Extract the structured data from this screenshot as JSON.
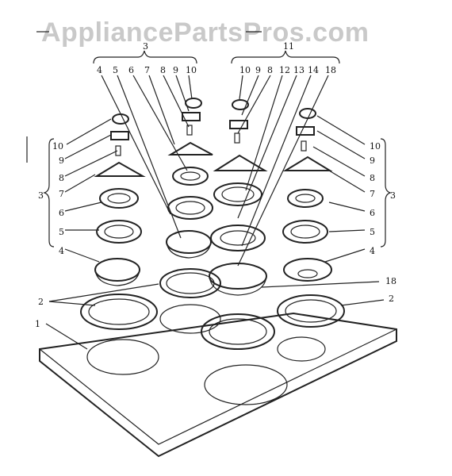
{
  "watermark": "AppliancePartsPros.com",
  "callouts": {
    "group_3": "3",
    "group_11": "11",
    "top_left": [
      "4",
      "5",
      "6",
      "7",
      "8",
      "9",
      "10"
    ],
    "top_right": [
      "10",
      "9",
      "8",
      "12",
      "13",
      "14",
      "18"
    ],
    "left_side": [
      "10",
      "9",
      "8",
      "7",
      "6",
      "5",
      "4",
      "3"
    ],
    "right_side": [
      "10",
      "9",
      "8",
      "7",
      "6",
      "5",
      "4",
      "3"
    ],
    "bottom_left": [
      "2",
      "1"
    ],
    "bottom_right": [
      "18",
      "2"
    ]
  }
}
